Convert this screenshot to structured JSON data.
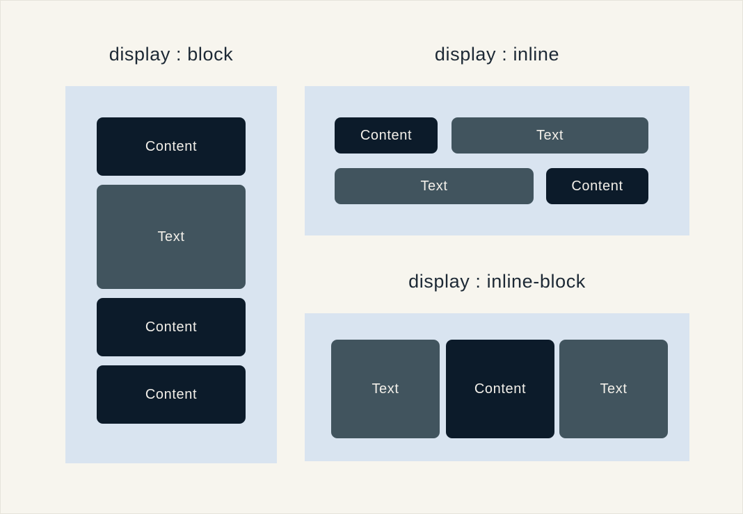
{
  "palette": {
    "background": "#f7f5ee",
    "panel": "#d9e4f0",
    "dark_box": "#0c1b2a",
    "slate_box": "#41545e",
    "title_text": "#1d2935",
    "box_text": "#f2efe9"
  },
  "sections": [
    {
      "id": "block",
      "title": "display : block",
      "boxes": [
        {
          "label": "Content",
          "variant": "dark"
        },
        {
          "label": "Text",
          "variant": "slate"
        },
        {
          "label": "Content",
          "variant": "dark"
        },
        {
          "label": "Content",
          "variant": "dark"
        }
      ]
    },
    {
      "id": "inline",
      "title": "display : inline",
      "rows": [
        [
          {
            "label": "Content",
            "variant": "dark"
          },
          {
            "label": "Text",
            "variant": "slate"
          }
        ],
        [
          {
            "label": "Text",
            "variant": "slate"
          },
          {
            "label": "Content",
            "variant": "dark"
          }
        ]
      ]
    },
    {
      "id": "inline-block",
      "title": "display : inline-block",
      "boxes": [
        {
          "label": "Text",
          "variant": "slate"
        },
        {
          "label": "Content",
          "variant": "dark"
        },
        {
          "label": "Text",
          "variant": "slate"
        }
      ]
    }
  ]
}
